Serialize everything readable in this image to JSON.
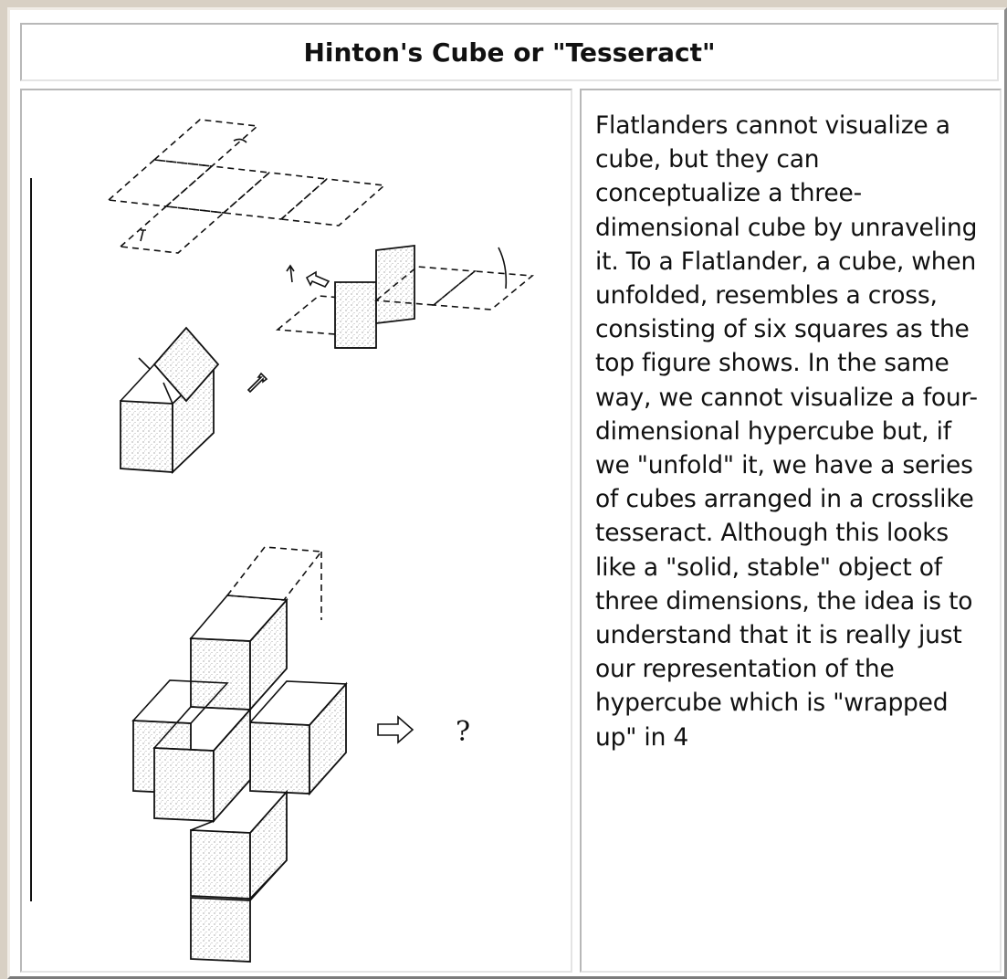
{
  "title": "Hinton's Cube or \"Tesseract\"",
  "figure": {
    "question_mark": "?",
    "icons": [
      "arrow-icon",
      "question-mark"
    ]
  },
  "description": "Flatlanders cannot visualize a cube, but they can conceptualize a three-dimensional cube by unraveling it. To a Flatlander, a cube, when unfolded, resembles a cross, consisting of six squares as the top figure shows. In the same way, we cannot visualize a four-dimensional hypercube but, if we \"unfold\" it, we have a series of cubes arranged in a crosslike tesseract. Although this looks like a \"solid, stable\" object of three dimensions, the idea is to understand that it is really just our representation of the hypercube which is \"wrapped up\" in 4"
}
